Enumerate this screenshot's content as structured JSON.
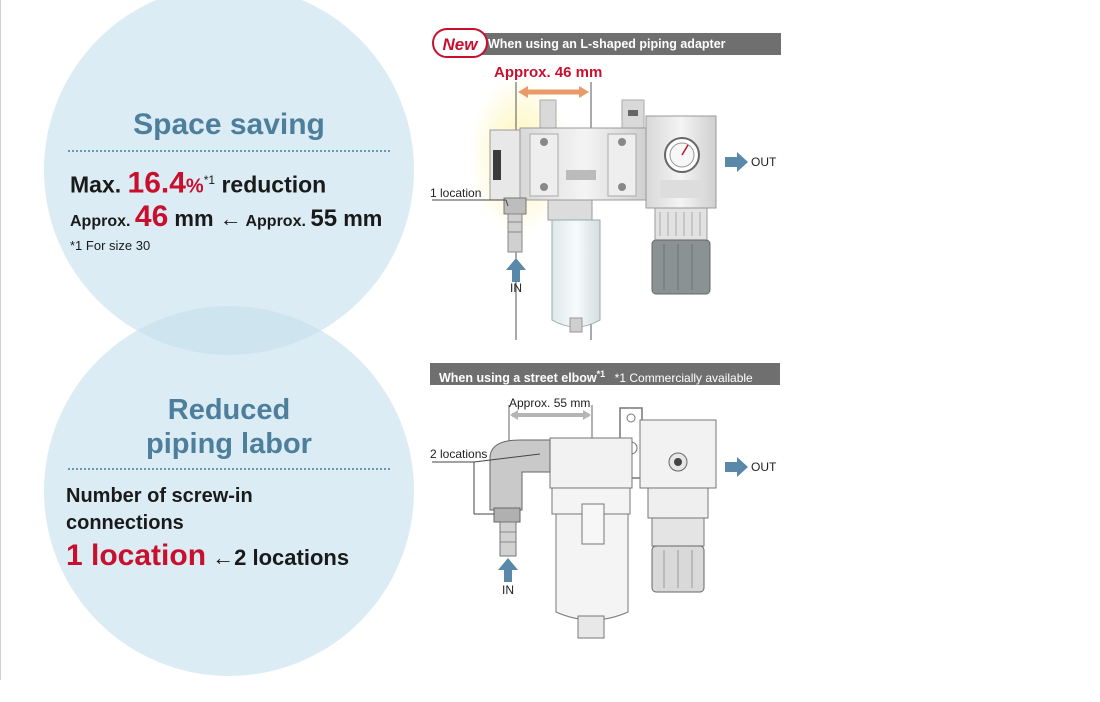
{
  "space_saving": {
    "title": "Space saving",
    "max_prefix": "Max. ",
    "max_value": "16.4",
    "max_percent": "%",
    "max_note_mark": "*1",
    "max_suffix": " reduction",
    "approx_label": "Approx. ",
    "new_value": "46",
    "unit": " mm ",
    "arrow": "←",
    "old_approx_label": " Approx. ",
    "old_value": "55",
    "old_unit": " mm",
    "footnote": "*1  For size 30"
  },
  "reduced_labor": {
    "title_line1": "Reduced",
    "title_line2": "piping labor",
    "desc_line1": "Number of screw-in",
    "desc_line2": "connections",
    "new_count": "1 location",
    "arrow": "←",
    "old_count": "2 locations"
  },
  "panel_top": {
    "badge": "New",
    "header": "When using an L-shaped piping adapter",
    "dimension": "Approx. 46 mm",
    "location_label": "1 location",
    "in_label": "IN",
    "out_label": "OUT"
  },
  "panel_bottom": {
    "header": "When using a street elbow",
    "header_note_mark": "*1",
    "header_note": "*1  Commercially available",
    "dimension": "Approx. 55 mm",
    "location_label": "2 locations",
    "in_label": "IN",
    "out_label": "OUT"
  },
  "colors": {
    "accent_red": "#c8102e",
    "heading_blue": "#4d7f9c",
    "circle_fill": "#c8e2ee",
    "bar_gray": "#6f6f6f",
    "arrow_blue": "#5a88a8",
    "dim_orange": "#e89a6a"
  }
}
